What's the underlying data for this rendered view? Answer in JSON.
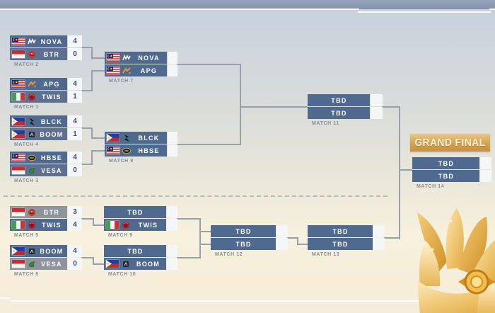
{
  "page": {
    "grand_final_label": "GRAND FINAL",
    "trophy_icon": "gold-lotus-trophy-icon"
  },
  "colors": {
    "active_row_blue": "#506a8f",
    "eliminated_row_gray": "#8e939c",
    "score_box": "#f5f6f8",
    "connector_gray": "#98a0ac",
    "grand_final_gold": "#c6953f",
    "background_top": "#c9d1dd",
    "background_bottom": "#f5edda"
  },
  "bracket": {
    "matches": [
      {
        "id": "m2",
        "label": "MATCH 2",
        "rows": [
          {
            "team": "NOVA",
            "score": "4",
            "flag": "malaysia-flag",
            "logo": "nova-logo",
            "state": "winner"
          },
          {
            "team": "BTR",
            "score": "0",
            "flag": "indonesia-flag",
            "logo": "btr-logo",
            "state": "loser"
          }
        ]
      },
      {
        "id": "m1",
        "label": "MATCH 1",
        "rows": [
          {
            "team": "APG",
            "score": "4",
            "flag": "malaysia-flag",
            "logo": "apg-logo",
            "state": "winner"
          },
          {
            "team": "TWIS",
            "score": "1",
            "flag": "italy-flag",
            "logo": "twis-logo",
            "state": "loser"
          }
        ]
      },
      {
        "id": "m4",
        "label": "MATCH 4",
        "rows": [
          {
            "team": "BLCK",
            "score": "4",
            "flag": "philippines-flag",
            "logo": "blck-logo",
            "state": "winner"
          },
          {
            "team": "BOOM",
            "score": "1",
            "flag": "philippines-flag",
            "logo": "boom-logo",
            "state": "loser"
          }
        ]
      },
      {
        "id": "m3",
        "label": "MATCH 3",
        "rows": [
          {
            "team": "HBSE",
            "score": "4",
            "flag": "malaysia-flag",
            "logo": "hbse-logo",
            "state": "winner"
          },
          {
            "team": "VESA",
            "score": "0",
            "flag": "indonesia-flag",
            "logo": "vesa-logo",
            "state": "loser"
          }
        ]
      },
      {
        "id": "m7",
        "label": "MATCH 7",
        "rows": [
          {
            "team": "NOVA",
            "score": "",
            "flag": "malaysia-flag",
            "logo": "nova-logo",
            "state": "winner"
          },
          {
            "team": "APG",
            "score": "",
            "flag": "malaysia-flag",
            "logo": "apg-logo",
            "state": "winner"
          }
        ]
      },
      {
        "id": "m8",
        "label": "MATCH 8",
        "rows": [
          {
            "team": "BLCK",
            "score": "",
            "flag": "philippines-flag",
            "logo": "blck-logo",
            "state": "winner"
          },
          {
            "team": "HBSE",
            "score": "",
            "flag": "malaysia-flag",
            "logo": "hbse-logo",
            "state": "winner"
          }
        ]
      },
      {
        "id": "m11",
        "label": "MATCH 11",
        "rows": [
          {
            "team": "TBD",
            "score": "",
            "state": "tbd"
          },
          {
            "team": "TBD",
            "score": "",
            "state": "tbd"
          }
        ]
      },
      {
        "id": "m5",
        "label": "MATCH 5",
        "rows": [
          {
            "team": "BTR",
            "score": "3",
            "flag": "indonesia-flag",
            "logo": "btr-logo",
            "state": "eliminated"
          },
          {
            "team": "TWIS",
            "score": "4",
            "flag": "italy-flag",
            "logo": "twis-logo",
            "state": "winner"
          }
        ]
      },
      {
        "id": "m6",
        "label": "MATCH 6",
        "rows": [
          {
            "team": "BOOM",
            "score": "4",
            "flag": "philippines-flag",
            "logo": "boom-logo",
            "state": "winner"
          },
          {
            "team": "VESA",
            "score": "0",
            "flag": "indonesia-flag",
            "logo": "vesa-logo",
            "state": "eliminated"
          }
        ]
      },
      {
        "id": "m9",
        "label": "MATCH 9",
        "rows": [
          {
            "team": "TBD",
            "score": "",
            "state": "tbd"
          },
          {
            "team": "TWIS",
            "score": "",
            "flag": "italy-flag",
            "logo": "twis-logo",
            "state": "winner"
          }
        ]
      },
      {
        "id": "m10",
        "label": "MATCH 10",
        "rows": [
          {
            "team": "TBD",
            "score": "",
            "state": "tbd"
          },
          {
            "team": "BOOM",
            "score": "",
            "flag": "philippines-flag",
            "logo": "boom-logo",
            "state": "winner"
          }
        ]
      },
      {
        "id": "m12",
        "label": "MATCH 12",
        "rows": [
          {
            "team": "TBD",
            "score": "",
            "state": "tbd"
          },
          {
            "team": "TBD",
            "score": "",
            "state": "tbd"
          }
        ]
      },
      {
        "id": "m13",
        "label": "MATCH 13",
        "rows": [
          {
            "team": "TBD",
            "score": "",
            "state": "tbd"
          },
          {
            "team": "TBD",
            "score": "",
            "state": "tbd"
          }
        ]
      },
      {
        "id": "m14",
        "label": "MATCH 14",
        "rows": [
          {
            "team": "TBD",
            "score": "",
            "state": "tbd"
          },
          {
            "team": "TBD",
            "score": "",
            "state": "tbd"
          }
        ]
      }
    ]
  }
}
